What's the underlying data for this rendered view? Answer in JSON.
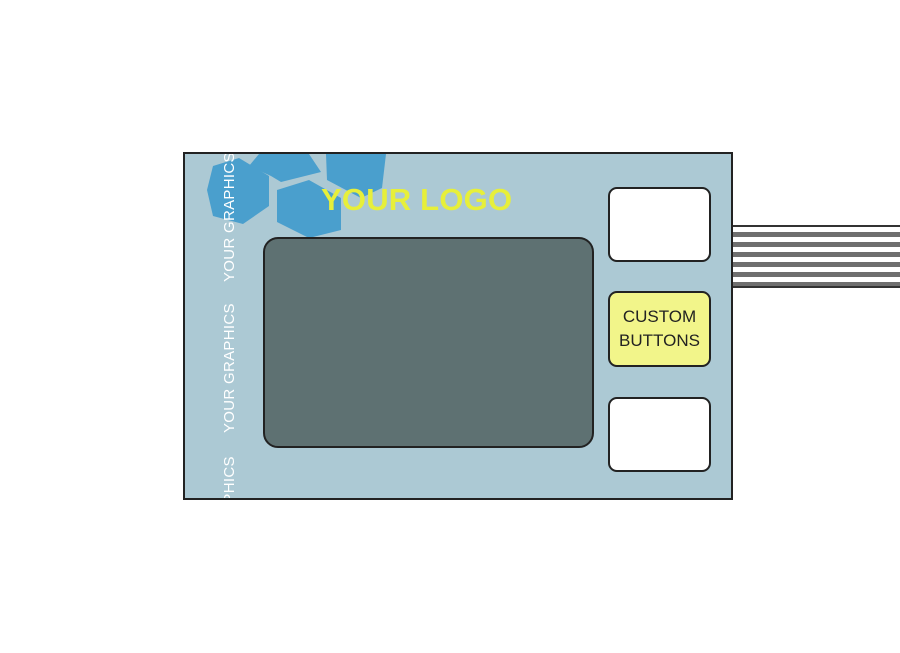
{
  "panel": {
    "logo_text": "YOUR LOGO",
    "side_graphics": [
      {
        "text": "YOUR GRAPHICS"
      },
      {
        "text": "YOUR GRAPHICS"
      },
      {
        "text": "YOUR GRAPHICS"
      }
    ],
    "custom_button": {
      "line1": "CUSTOM",
      "line2": "BUTTONS"
    }
  },
  "colors": {
    "panel_bg": "#acc9d4",
    "hexagon_fill": "#4a9fcd",
    "logo_text": "#e7ef3a",
    "screen": "#5e7172",
    "custom_button_bg": "#f2f58a",
    "button_bg": "#ffffff",
    "cable_stripe_dark": "#6f6f6f",
    "outline": "#222222"
  }
}
